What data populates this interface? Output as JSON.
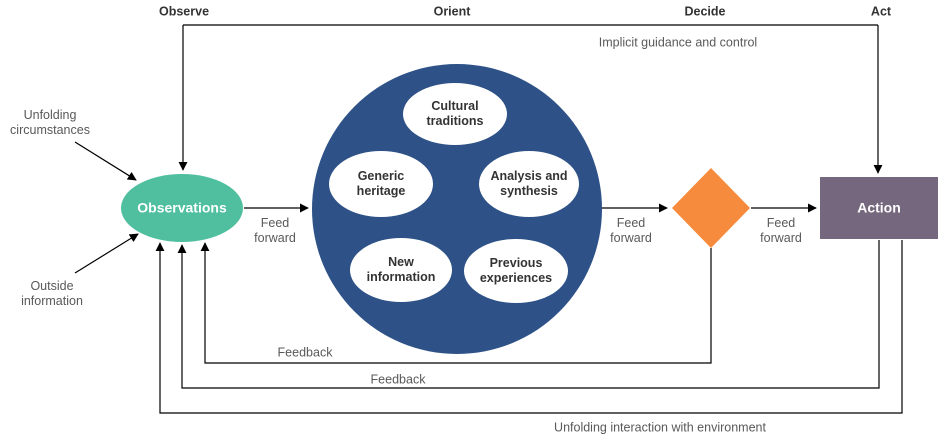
{
  "diagram_type": "OODA loop",
  "phases": {
    "observe": "Observe",
    "orient": "Orient",
    "decide": "Decide",
    "act": "Act"
  },
  "nodes": {
    "observations": {
      "label": "Observations",
      "fill": "#4fbf9f"
    },
    "orient_circle": {
      "fill": "#2e5287",
      "factors": {
        "cultural_traditions": "Cultural\ntraditions",
        "generic_heritage": "Generic\nheritage",
        "analysis_synthesis": "Analysis and\nsynthesis",
        "new_information": "New\ninformation",
        "previous_experiences": "Previous\nexperiences"
      }
    },
    "decide_diamond": {
      "fill": "#f68b3d"
    },
    "action": {
      "label": "Action",
      "fill": "#75687e"
    }
  },
  "inputs": {
    "unfolding_circumstances": "Unfolding\ncircumstances",
    "outside_information": "Outside\ninformation"
  },
  "edge_labels": {
    "feed_forward_obs_orient": "Feed\nforward",
    "feed_forward_orient_decide": "Feed\nforward",
    "feed_forward_decide_action": "Feed\nforward",
    "implicit_guidance": "Implicit guidance and control",
    "feedback_decide": "Feedback",
    "feedback_action": "Feedback",
    "environment_loop": "Unfolding interaction with environment"
  },
  "colors": {
    "line": "#000000",
    "heading_text": "#333333",
    "edge_label_text": "#595959",
    "factor_fill": "#ffffff"
  }
}
